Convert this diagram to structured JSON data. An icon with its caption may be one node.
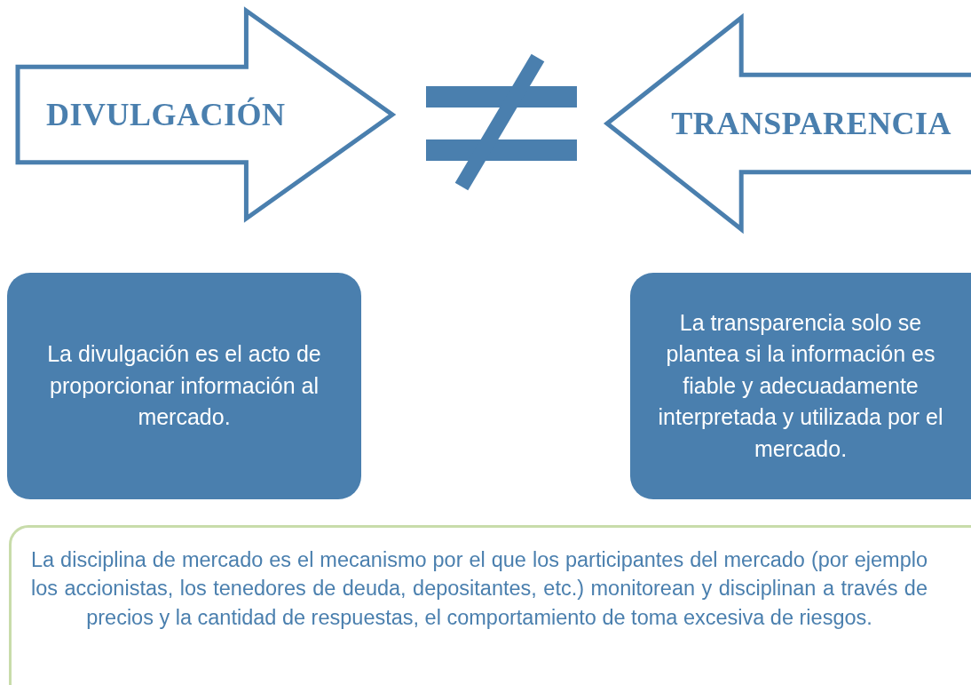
{
  "diagram": {
    "nodes": [
      {
        "text": [
          "DIVULGACIÓN"
        ]
      },
      {
        "text": [
          "TRANSPARENCIA"
        ]
      },
      {
        "text": [
          "La divulgación es el acto de proporcionar información al mercado."
        ]
      },
      {
        "text": [
          "La transparencia solo se plantea si la información es fiable y adecuadamente interpretada y utilizada por el mercado."
        ]
      },
      {
        "text": [
          "La disciplina de mercado es el mecanismo por el que los participantes del mercado (por ejemplo los accionistas, los tenedores de deuda, depositantes, etc.) monitorean y disciplinan a través de precios y la cantidad de respuestas, el comportamiento de toma excesiva de riesgos."
        ]
      }
    ]
  }
}
